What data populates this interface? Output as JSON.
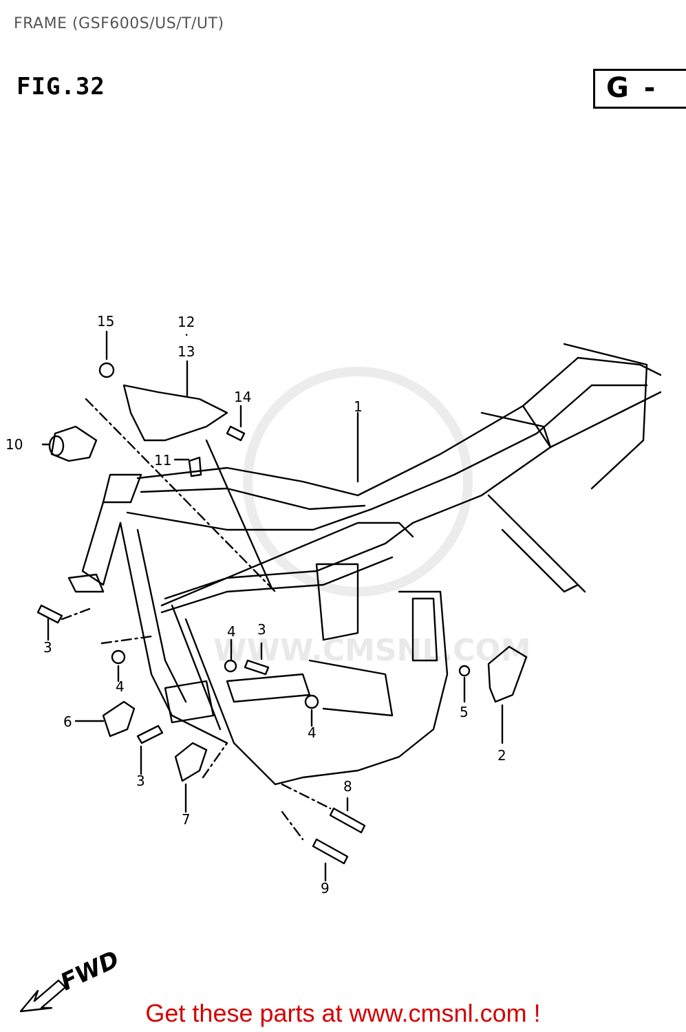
{
  "page_title": "FRAME (GSF600S/US/T/UT)",
  "figure_label": "FIG.32",
  "group_code": "G -",
  "watermark_text": "WWW.CMSNL.COM",
  "direction_label": "FWD",
  "footer_text": "Get these parts at www.cmsnl.com !",
  "callouts": {
    "c1": "1",
    "c2": "2",
    "c3a": "3",
    "c3b": "3",
    "c3c": "3",
    "c4a": "4",
    "c4b": "4",
    "c4c": "4",
    "c5": "5",
    "c6": "6",
    "c7": "7",
    "c8": "8",
    "c9": "9",
    "c10": "10",
    "c11": "11",
    "c12": "12",
    "c13": "13",
    "c14": "14",
    "c15": "15"
  },
  "colors": {
    "footer": "#d40000",
    "title": "#555555",
    "lines": "#000000"
  }
}
